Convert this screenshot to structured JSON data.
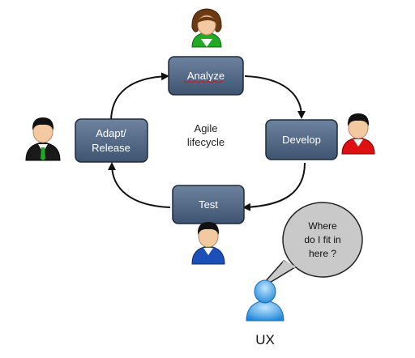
{
  "stages": {
    "analyze": "Analyze",
    "develop": "Develop",
    "test": "Test",
    "adapt_line1": "Adapt/",
    "adapt_line2": "Release"
  },
  "center": {
    "line1": "Agile",
    "line2": "lifecycle"
  },
  "bubble": {
    "line1": "Where",
    "line2": "do I fit in",
    "line3": "here ?"
  },
  "ux_label": "UX",
  "colors": {
    "box_fill": "#4d6380",
    "box_stroke": "#1e2a3a",
    "arrow": "#111111",
    "bubble_fill": "#c9c9c9",
    "ux_blue": "#3aa0ee"
  },
  "icons": [
    "person-female-green-icon",
    "person-male-red-icon",
    "person-male-blue-icon",
    "person-male-suit-icon",
    "person-generic-blue-icon"
  ]
}
